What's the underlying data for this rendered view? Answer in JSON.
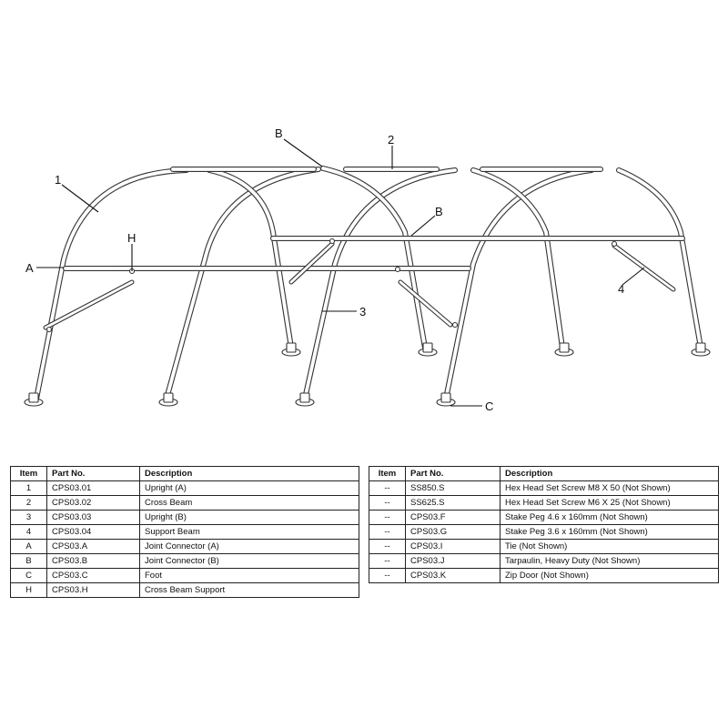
{
  "callouts": {
    "item_1": "1",
    "item_2": "2",
    "item_3": "3",
    "item_4": "4",
    "joint_a": "A",
    "joint_b_top": "B",
    "joint_b_mid": "B",
    "foot_c": "C",
    "cross_support_h": "H"
  },
  "parts_table_left": {
    "headers": [
      "Item",
      "Part No.",
      "Description"
    ],
    "rows": [
      [
        "1",
        "CPS03.01",
        "Upright (A)"
      ],
      [
        "2",
        "CPS03.02",
        "Cross Beam"
      ],
      [
        "3",
        "CPS03.03",
        "Upright (B)"
      ],
      [
        "4",
        "CPS03.04",
        "Support Beam"
      ],
      [
        "A",
        "CPS03.A",
        "Joint Connector (A)"
      ],
      [
        "B",
        "CPS03.B",
        "Joint Connector (B)"
      ],
      [
        "C",
        "CPS03.C",
        "Foot"
      ],
      [
        "H",
        "CPS03.H",
        "Cross Beam Support"
      ]
    ]
  },
  "parts_table_right": {
    "headers": [
      "Item",
      "Part No.",
      "Description"
    ],
    "rows": [
      [
        "--",
        "SS850.S",
        "Hex Head Set Screw M8 X 50 (Not Shown)"
      ],
      [
        "--",
        "SS625.S",
        "Hex Head Set Screw M6 X 25 (Not Shown)"
      ],
      [
        "--",
        "CPS03.F",
        "Stake Peg 4.6 x 160mm (Not Shown)"
      ],
      [
        "--",
        "CPS03.G",
        "Stake Peg 3.6 x 160mm (Not Shown)"
      ],
      [
        "--",
        "CPS03.I",
        "Tie (Not Shown)"
      ],
      [
        "--",
        "CPS03.J",
        "Tarpaulin, Heavy Duty (Not Shown)"
      ],
      [
        "--",
        "CPS03.K",
        "Zip Door (Not Shown)"
      ]
    ]
  }
}
